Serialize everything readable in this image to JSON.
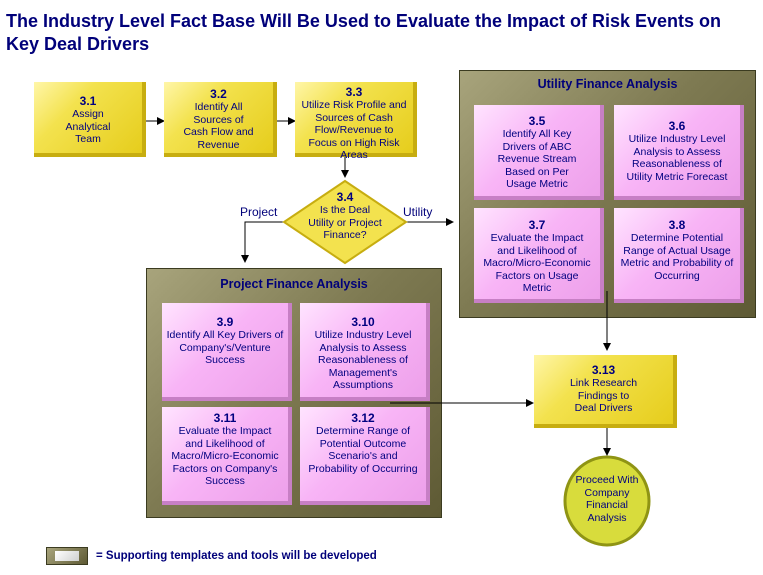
{
  "title": "The Industry Level Fact Base Will Be Used to Evaluate the Impact of Risk Events on Key Deal Drivers",
  "colors": {
    "title": "#00007a",
    "panel": "#7e7a52",
    "yellow": "#f3e24e",
    "pink": "#f8b4f6",
    "oval": "#d8dc3c"
  },
  "steps": {
    "s31": {
      "num": "3.1",
      "text": "Assign Analytical Team"
    },
    "s32": {
      "num": "3.2",
      "text": "Identify All Sources of Cash Flow and Revenue"
    },
    "s33": {
      "num": "3.3",
      "text": "Utilize Risk Profile and Sources of Cash Flow/Revenue to Focus on High Risk Areas"
    },
    "s34": {
      "num": "3.4",
      "text": "Is the Deal Utility or Project Finance?"
    },
    "s35": {
      "num": "3.5",
      "text": "Identify All Key Drivers of ABC Revenue Stream Based on Per Usage Metric"
    },
    "s36": {
      "num": "3.6",
      "text": "Utilize Industry Level Analysis to Assess Reasonableness of Utility Metric Forecast"
    },
    "s37": {
      "num": "3.7",
      "text": "Evaluate the Impact and Likelihood of Macro/Micro-Economic Factors on Usage Metric"
    },
    "s38": {
      "num": "3.8",
      "text": "Determine Potential Range of Actual Usage Metric and Probability of Occurring"
    },
    "s39": {
      "num": "3.9",
      "text": "Identify All Key Drivers of Company's/Venture Success"
    },
    "s310": {
      "num": "3.10",
      "text": "Utilize Industry Level Analysis to Assess Reasonableness of Management's Assumptions"
    },
    "s311": {
      "num": "3.11",
      "text": "Evaluate the Impact and Likelihood of Macro/Micro-Economic Factors on Company's Success"
    },
    "s312": {
      "num": "3.12",
      "text": "Determine Range of Potential Outcome Scenario's and Probability of Occurring"
    },
    "s313": {
      "num": "3.13",
      "text": "Link Research Findings to Deal Drivers"
    }
  },
  "end": "Proceed With Company Financial Analysis",
  "panels": {
    "utility": "Utility Finance Analysis",
    "project": "Project Finance Analysis"
  },
  "branch": {
    "project": "Project",
    "utility": "Utility"
  },
  "legend": {
    "text": "= Supporting templates and tools will be developed"
  }
}
